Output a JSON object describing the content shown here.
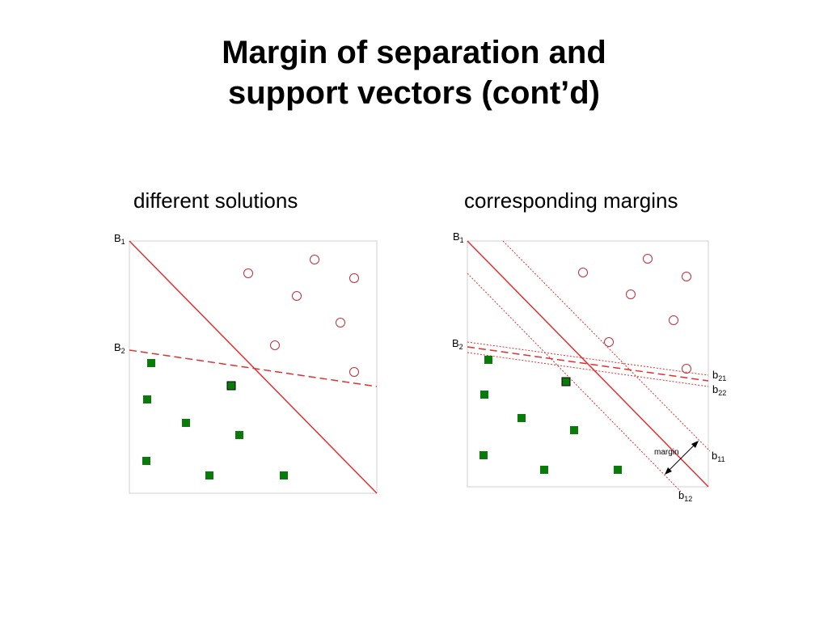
{
  "slide": {
    "title_line1": "Margin of separation and",
    "title_line2": "support vectors (cont’d)"
  },
  "panels": {
    "left": {
      "subtitle": "different solutions",
      "labels": {
        "B1": "B",
        "B1_sub": "1",
        "B2": "B",
        "B2_sub": "2"
      }
    },
    "right": {
      "subtitle": "corresponding margins",
      "labels": {
        "B1": "B",
        "B1_sub": "1",
        "B2": "B",
        "B2_sub": "2",
        "b21": "b",
        "b21_sub": "21",
        "b22": "b",
        "b22_sub": "22",
        "b11": "b",
        "b11_sub": "11",
        "b12": "b",
        "b12_sub": "12",
        "margin": "margin"
      }
    }
  },
  "colors": {
    "line": "#e03030",
    "circle": "#c0303a",
    "square": "#0a7a0a",
    "frame": "#d0d0d0"
  }
}
